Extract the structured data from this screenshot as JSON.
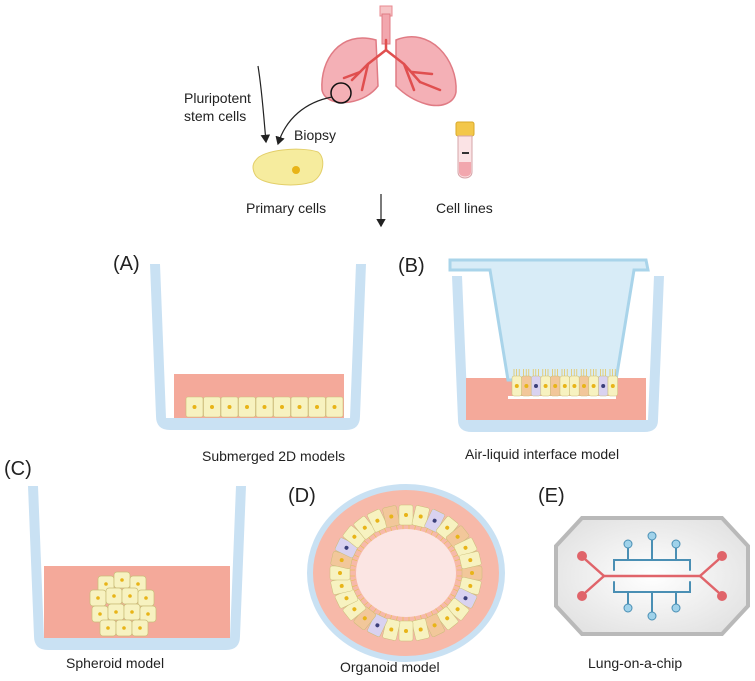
{
  "top": {
    "pluripotent_line1": "Pluripotent",
    "pluripotent_line2": "stem cells",
    "biopsy": "Biopsy",
    "primary_cells": "Primary cells",
    "cell_lines": "Cell lines"
  },
  "panels": {
    "a": {
      "letter": "(A)",
      "caption": "Submerged 2D models"
    },
    "b": {
      "letter": "(B)",
      "caption": "Air-liquid interface model"
    },
    "c": {
      "letter": "(C)",
      "caption": "Spheroid model"
    },
    "d": {
      "letter": "(D)",
      "caption": "Organoid model"
    },
    "e": {
      "letter": "(E)",
      "caption": "Lung-on-a-chip"
    }
  },
  "colors": {
    "well": "#c9e1f3",
    "well_edge": "#a9cde8",
    "medium": "#f4a99a",
    "cell": "#f7f2c0",
    "cell_edge": "#c9bd78",
    "nucleus": "#e8b418",
    "lung": "#f2a7ae",
    "airway": "#e04f4f",
    "chip_frame": "#bdbdbd",
    "channel_red": "#e0646a",
    "channel_blue": "#4a8fb4"
  }
}
